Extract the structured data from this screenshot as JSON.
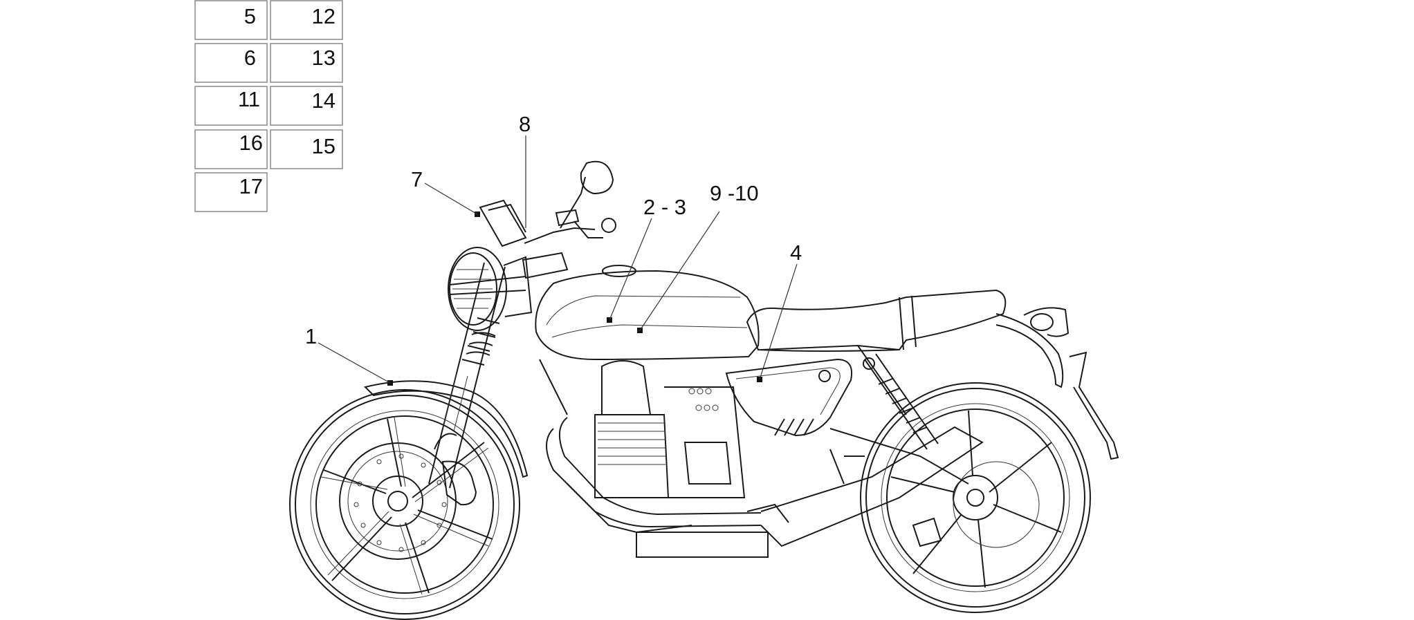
{
  "index_table": {
    "cells": [
      "5",
      "12",
      "6",
      "13",
      "11",
      "14",
      "16",
      "15",
      "17"
    ]
  },
  "callouts": {
    "c1": "1",
    "c2_3": "2 - 3",
    "c4": "4",
    "c7": "7",
    "c8": "8",
    "c9_10": "9 -10"
  },
  "colors": {
    "line": "#1a1a1a",
    "cell_border": "#888888",
    "background": "#ffffff"
  }
}
